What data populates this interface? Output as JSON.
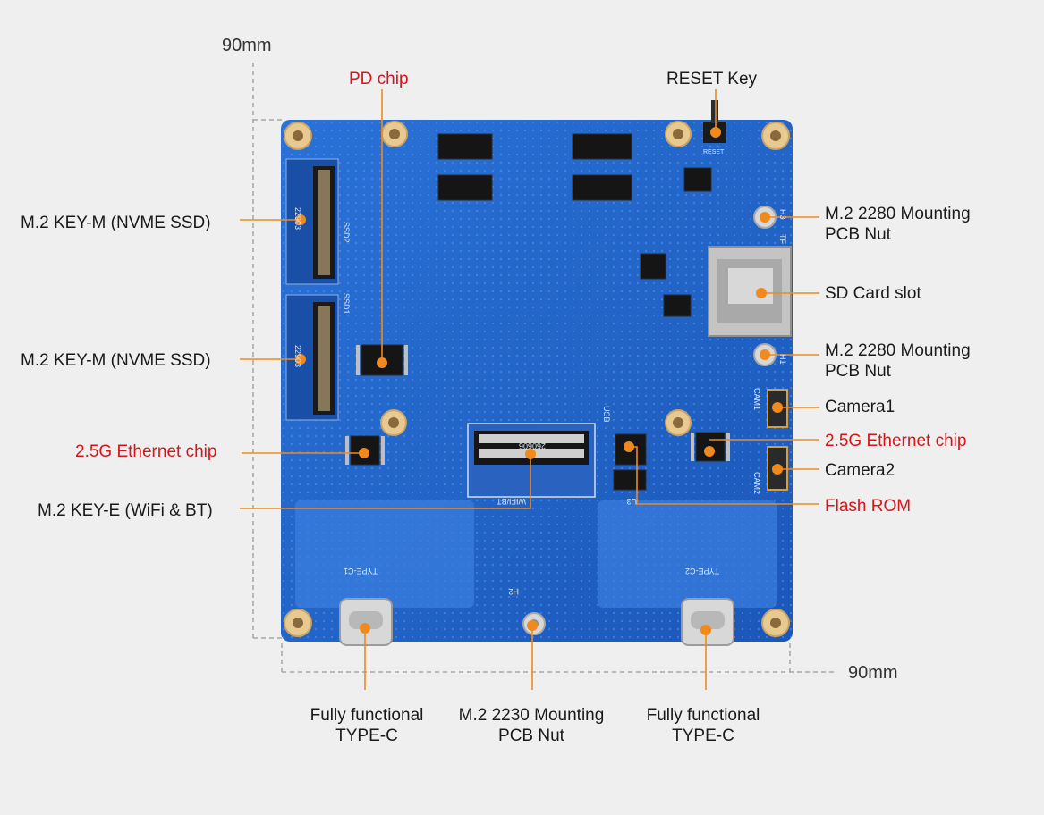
{
  "dimensions": {
    "width_label": "90mm",
    "height_label": "90mm"
  },
  "colors": {
    "background": "#efefef",
    "board": "#1f63c9",
    "leader": "#f08a1c",
    "highlight_text": "#d7141a",
    "normal_text": "#1a1a1a"
  },
  "labels": {
    "pd_chip": "PD chip",
    "reset_key": "RESET Key",
    "m2_key_m_1": "M.2 KEY-M (NVME SSD)",
    "m2_key_m_2": "M.2 KEY-M (NVME SSD)",
    "eth_chip_left": "2.5G Ethernet chip",
    "m2_key_e": "M.2 KEY-E (WiFi & BT)",
    "m2_2280_nut_1": [
      "M.2 2280 Mounting",
      "PCB Nut"
    ],
    "sd_card_slot": "SD Card slot",
    "m2_2280_nut_2": [
      "M.2 2280 Mounting",
      "PCB Nut"
    ],
    "camera1": "Camera1",
    "eth_chip_right": "2.5G Ethernet chip",
    "camera2": "Camera2",
    "flash_rom": "Flash ROM",
    "typec_left": [
      "Fully functional",
      "TYPE-C"
    ],
    "m2_2230_nut": [
      "M.2 2230 Mounting",
      "PCB Nut"
    ],
    "typec_right": [
      "Fully functional",
      "TYPE-C"
    ]
  },
  "board_markings": {
    "ssd1_size": "22903",
    "ssd2_size": "22903",
    "ssd2_silk": "SSD2",
    "ssd1_silk": "SSD1",
    "wifi_size": "260606",
    "wifi_silk": "WIFI/BT",
    "typec1_silk": "TYPE-C1",
    "typec2_silk": "TYPE-C2",
    "cam1_silk": "CAM1",
    "cam2_silk": "CAM2",
    "usb_silk": "USB",
    "h1_silk": "H1",
    "h2_silk": "H2",
    "h3_silk": "H3",
    "tf_silk": "TF",
    "u3_silk": "U3",
    "reset_silk": "RESET"
  }
}
